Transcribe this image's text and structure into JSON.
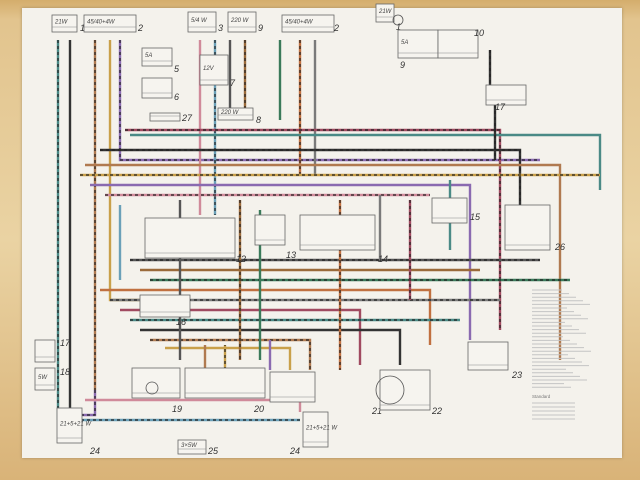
{
  "components": [
    {
      "num": "1",
      "rating": "21W"
    },
    {
      "num": "2",
      "rating": "45/40+4W"
    },
    {
      "num": "3",
      "rating": "5/4 W"
    },
    {
      "num": "9",
      "rating": "220 W"
    },
    {
      "num": "2",
      "rating": "45/40+4W"
    },
    {
      "num": "1",
      "rating": "21W"
    },
    {
      "num": "5",
      "rating": "5A"
    },
    {
      "num": "6",
      "rating": ""
    },
    {
      "num": "7",
      "rating": "12V"
    },
    {
      "num": "8",
      "rating": "220 W"
    },
    {
      "num": "27",
      "rating": ""
    },
    {
      "num": "9",
      "rating": "5A"
    },
    {
      "num": "10",
      "rating": ""
    },
    {
      "num": "17",
      "rating": ""
    },
    {
      "num": "12",
      "rating": ""
    },
    {
      "num": "13",
      "rating": ""
    },
    {
      "num": "14",
      "rating": ""
    },
    {
      "num": "15",
      "rating": ""
    },
    {
      "num": "26",
      "rating": ""
    },
    {
      "num": "16",
      "rating": ""
    },
    {
      "num": "17",
      "rating": ""
    },
    {
      "num": "18",
      "rating": "5W"
    },
    {
      "num": "19",
      "rating": ""
    },
    {
      "num": "20",
      "rating": ""
    },
    {
      "num": "21",
      "rating": ""
    },
    {
      "num": "22",
      "rating": ""
    },
    {
      "num": "23",
      "rating": ""
    },
    {
      "num": "24",
      "rating": "21+5+21 W"
    },
    {
      "num": "25",
      "rating": "3×5W"
    },
    {
      "num": "24",
      "rating": "21+5+21 W"
    }
  ],
  "legend": {
    "heading": "Standard"
  }
}
